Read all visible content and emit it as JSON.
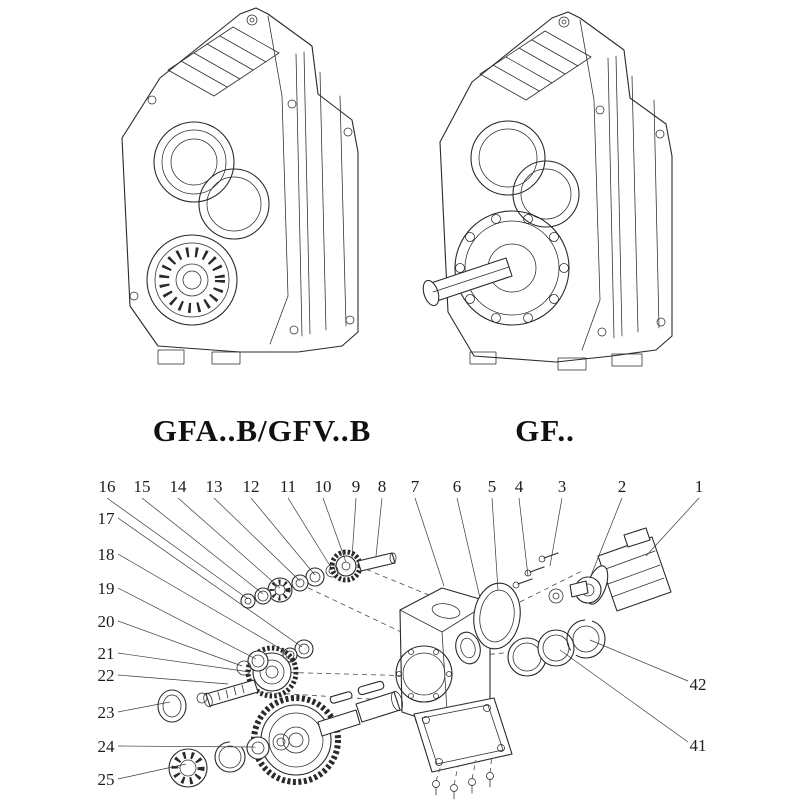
{
  "colors": {
    "line": "#2a2a2a",
    "background": "#ffffff"
  },
  "models": {
    "left": {
      "label": "GFA..B/GFV..B"
    },
    "right": {
      "label": "GF.."
    }
  },
  "exploded": {
    "callouts_top": [
      "16",
      "15",
      "14",
      "13",
      "12",
      "11",
      "10",
      "9",
      "8",
      "7",
      "6",
      "5",
      "4",
      "3",
      "2",
      "1"
    ],
    "callouts_left": [
      "17",
      "18",
      "19",
      "20",
      "21",
      "22",
      "23",
      "24",
      "25"
    ],
    "callouts_right": [
      "42",
      "41"
    ]
  }
}
